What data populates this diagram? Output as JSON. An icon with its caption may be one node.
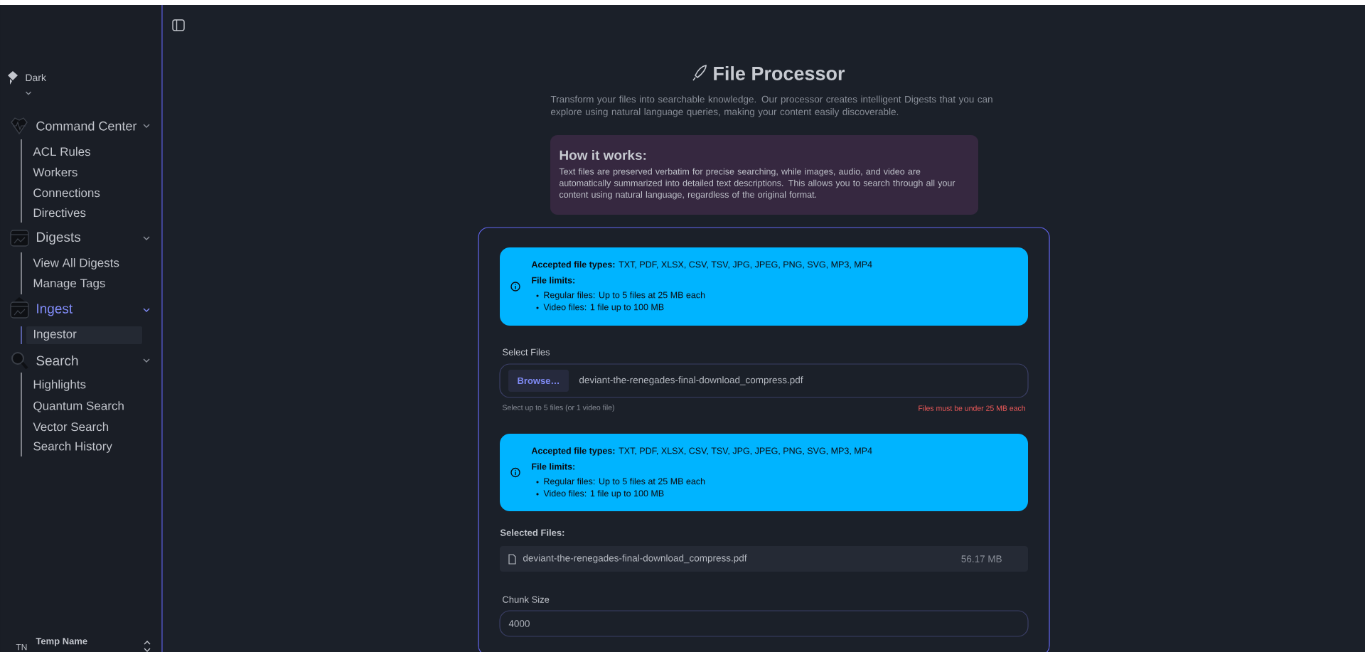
{
  "diagram": {
    "title": "File Processor",
    "nodes": [
      {
        "text": [
          "Ingestor"
        ]
      },
      {
        "text": [
          "How it works:",
          "Text files are preserved verbatim for precise searching, while images, audio, and video are automatically summarized into detailed text descriptions. This allows you to search through all your content using natural language, regardless of the original format."
        ]
      },
      {
        "text": [],
        "shape": "box"
      },
      {
        "text": [
          "**Accepted file types:** TXT, PDF, XLSX, CSV, TSV, JPG, JPEG, PNG, SVG, MP3, MP4",
          "File limits:",
          "Regular files: Up to 5 files at 25 MB each",
          "Video files: 1 file up to 100 MB"
        ],
        "in": 2
      },
      {
        "text": [
          "deviant-the-renegades-final-download_compress.pdf"
        ],
        "in": 2
      },
      {
        "text": [
          "Browse…"
        ],
        "in": 4
      },
      {
        "text": [
          "**Accepted file types:** TXT, PDF, XLSX, CSV, TSV, JPG, JPEG, PNG, SVG, MP3, MP4",
          "File limits:",
          "Regular files: Up to 5 files at 25 MB each",
          "Video files: 1 file up to 100 MB"
        ],
        "in": 2
      },
      {
        "text": [
          "deviant-the-renegades-final-download_compress.pdf",
          "56.17 MB"
        ],
        "in": 2
      },
      {
        "text": [
          "4000"
        ],
        "in": 2
      }
    ],
    "labels": [
      "Dark",
      "Command Center",
      "ACL Rules",
      "Workers",
      "Connections",
      "Directives",
      "Digests",
      "View All Digests",
      "Manage Tags",
      "Ingest",
      "Search",
      "Highlights",
      "Quantum Search",
      "Vector Search",
      "Search History",
      "TN",
      "Temp Name",
      "Transform your files into searchable knowledge. Our processor creates intelligent Digests that you can explore using natural language queries, making your content easily discoverable.",
      "Select Files",
      "Select up to 5 files (or 1 video file)",
      "Files must be under 25 MB each",
      "Selected Files:",
      "Chunk Size"
    ]
  }
}
